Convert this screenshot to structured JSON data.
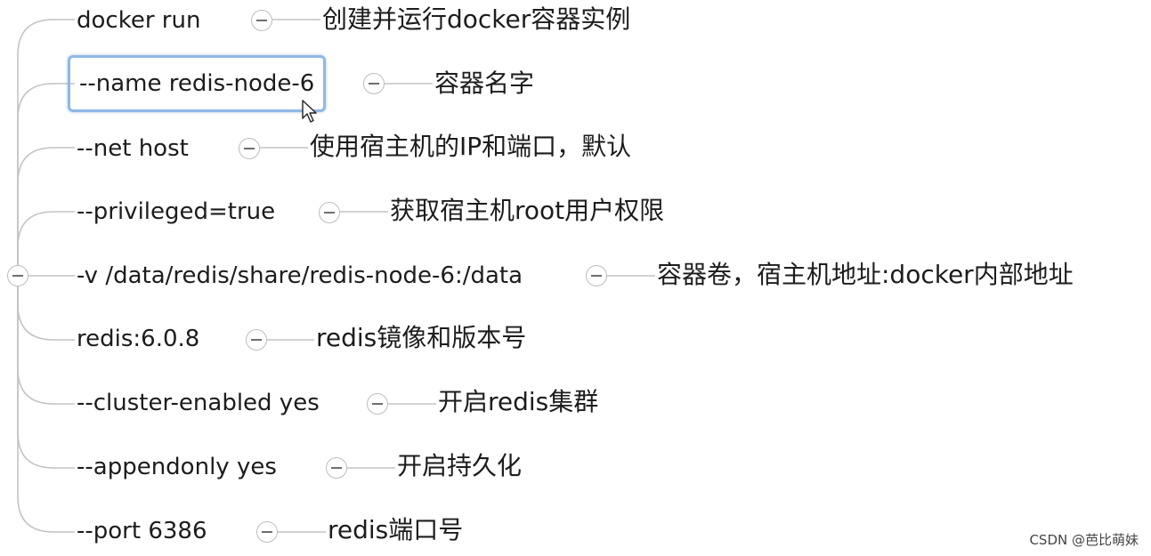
{
  "mindmap": {
    "branches": [
      {
        "param": "docker run",
        "note": "创建并运行docker容器实例"
      },
      {
        "param": "--name redis-node-6",
        "note": "容器名字",
        "selected": true
      },
      {
        "param": "--net host",
        "note": "使用宿主机的IP和端口，默认"
      },
      {
        "param": "--privileged=true",
        "note": "获取宿主机root用户权限"
      },
      {
        "param": "-v /data/redis/share/redis-node-6:/data",
        "note": "容器卷，宿主机地址:docker内部地址"
      },
      {
        "param": "redis:6.0.8",
        "note": "redis镜像和版本号"
      },
      {
        "param": "--cluster-enabled yes",
        "note": "开启redis集群"
      },
      {
        "param": "--appendonly yes",
        "note": "开启持久化"
      },
      {
        "param": "--port 6386",
        "note": "redis端口号"
      }
    ]
  },
  "watermark": "CSDN @芭比萌妹",
  "colors": {
    "connector": "#c4c4c4",
    "selection_border": "#8fb8e6",
    "text": "#1c1c1c"
  },
  "icons": {
    "collapse": "minus-circle-icon",
    "cursor": "mouse-pointer-icon"
  }
}
